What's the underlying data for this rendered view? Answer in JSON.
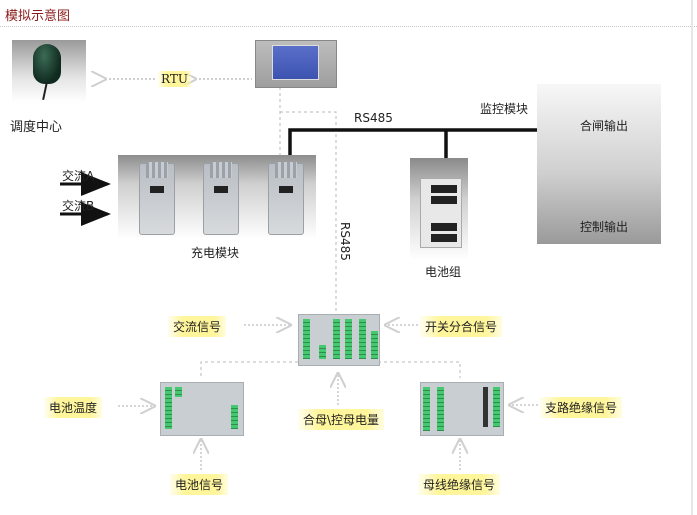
{
  "title": "模拟示意图",
  "nodes": {
    "dispatch_center": "调度中心",
    "rtu": "RTU",
    "charger_module": "充电模块",
    "battery_bank": "电池组",
    "monitor_module": "监控模块",
    "closing_output": "合闸输出",
    "control_output": "控制输出",
    "ac_input_a": "交流A",
    "ac_input_b": "交流B",
    "rs485_horizontal": "RS485",
    "rs485_vertical": "RS485"
  },
  "signals": {
    "ac_signal": "交流信号",
    "switch_signal": "开关分合信号",
    "battery_temp": "电池温度",
    "bus_voltage": "合母\\控母电量",
    "branch_insulation": "支路绝缘信号",
    "battery_signal": "电池信号",
    "bus_insulation": "母线绝缘信号"
  },
  "colors": {
    "title": "#8b1a1a",
    "label_highlight": "#fff59a",
    "terminal_green": "#46c870",
    "panel_screen": "#4a60c0"
  }
}
